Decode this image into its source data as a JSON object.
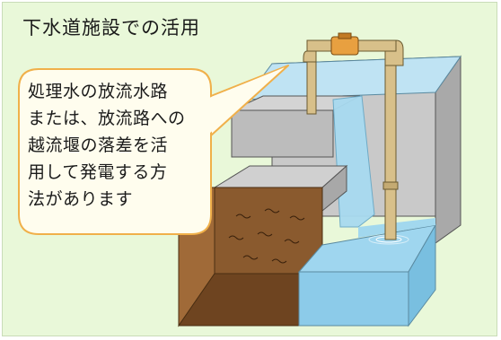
{
  "title": "下水道施設での活用",
  "callout": {
    "lines": [
      "処理水の放流水路",
      "または、放流路への",
      "越流堰の落差を活",
      "用して発電する方",
      "法があります"
    ]
  },
  "colors": {
    "background": "#e9f8d9",
    "bubble_fill": "#fffdee",
    "bubble_stroke": "#f0b04a",
    "concrete": "#b9b9b9",
    "water": "#9fd6ef",
    "soil": "#8a5a2e",
    "pipe": "#d8c08a",
    "valve": "#e8a040"
  }
}
